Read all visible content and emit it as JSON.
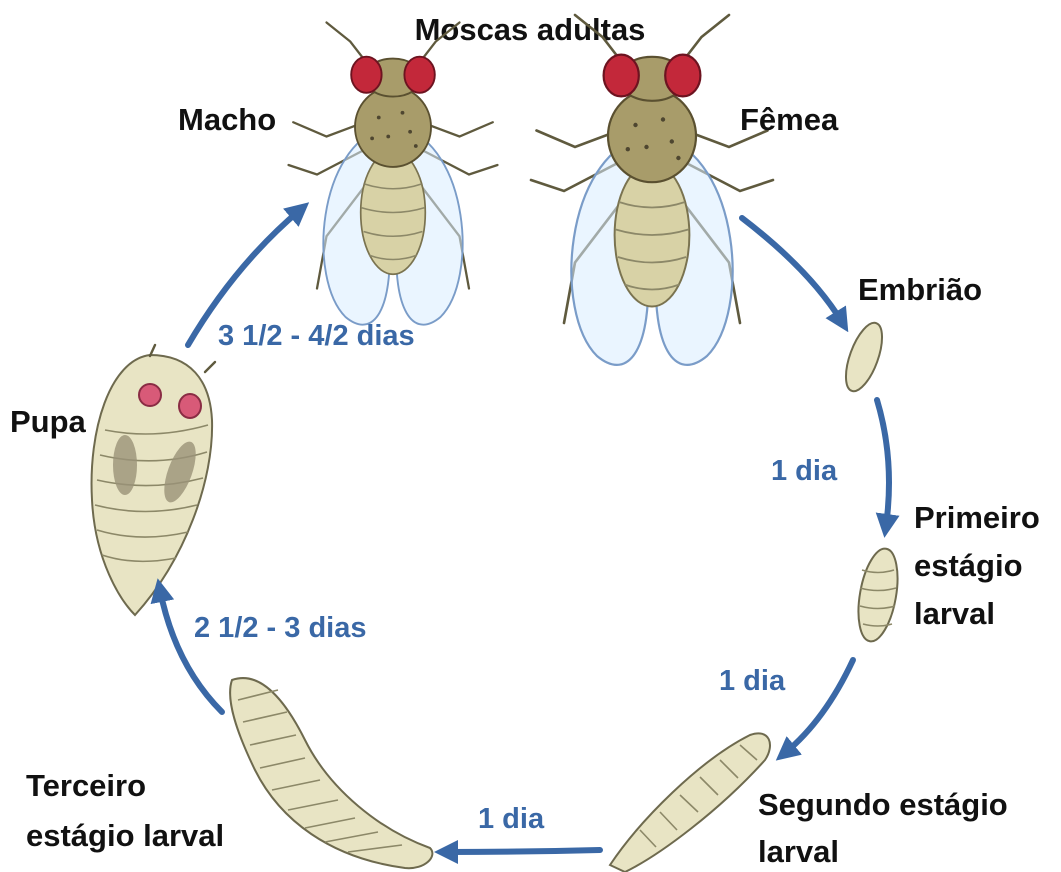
{
  "title": "Moscas adultas",
  "colors": {
    "arrow": "#3a68a6",
    "duration_text": "#3a68a6",
    "label_text": "#111111"
  },
  "stages": {
    "male": "Macho",
    "female": "Fêmea",
    "embryo": "Embrião",
    "first_larval": [
      "Primeiro",
      "estágio",
      "larval"
    ],
    "second_larval": [
      "Segundo estágio",
      "larval"
    ],
    "third_larval": [
      "Terceiro",
      "estágio larval"
    ],
    "pupa": "Pupa"
  },
  "durations": {
    "embryo_to_first": "1 dia",
    "first_to_second": "1 dia",
    "second_to_third": "1 dia",
    "third_to_pupa": "2 1/2 - 3 dias",
    "pupa_to_adult": "3 1/2 - 4/2 dias"
  }
}
